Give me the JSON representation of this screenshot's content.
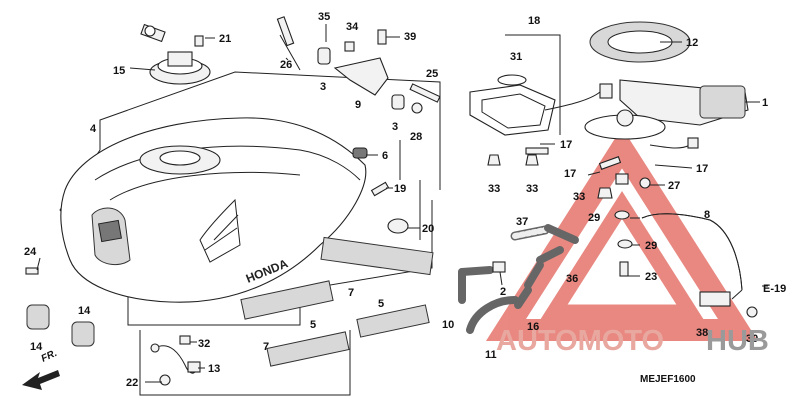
{
  "diagram": {
    "callouts": [
      "1",
      "2",
      "3",
      "3",
      "4",
      "5",
      "5",
      "6",
      "7",
      "7",
      "8",
      "9",
      "10",
      "11",
      "12",
      "13",
      "14",
      "14",
      "15",
      "16",
      "17",
      "17",
      "17",
      "18",
      "19",
      "20",
      "21",
      "22",
      "23",
      "24",
      "25",
      "26",
      "27",
      "28",
      "29",
      "29",
      "30",
      "31",
      "32",
      "33",
      "33",
      "33",
      "34",
      "35",
      "36",
      "37",
      "38",
      "39"
    ],
    "reference_label": "E-19",
    "front_label": "FR.",
    "diagram_code": "MEJEF1600",
    "brand_mark": "HONDA"
  },
  "watermark": {
    "word_a": "AUTOMOTO",
    "word_b": "HUB",
    "color_a": "#e8a8a0",
    "color_b": "#9a9a9a",
    "triangle_color": "#e36b62"
  }
}
